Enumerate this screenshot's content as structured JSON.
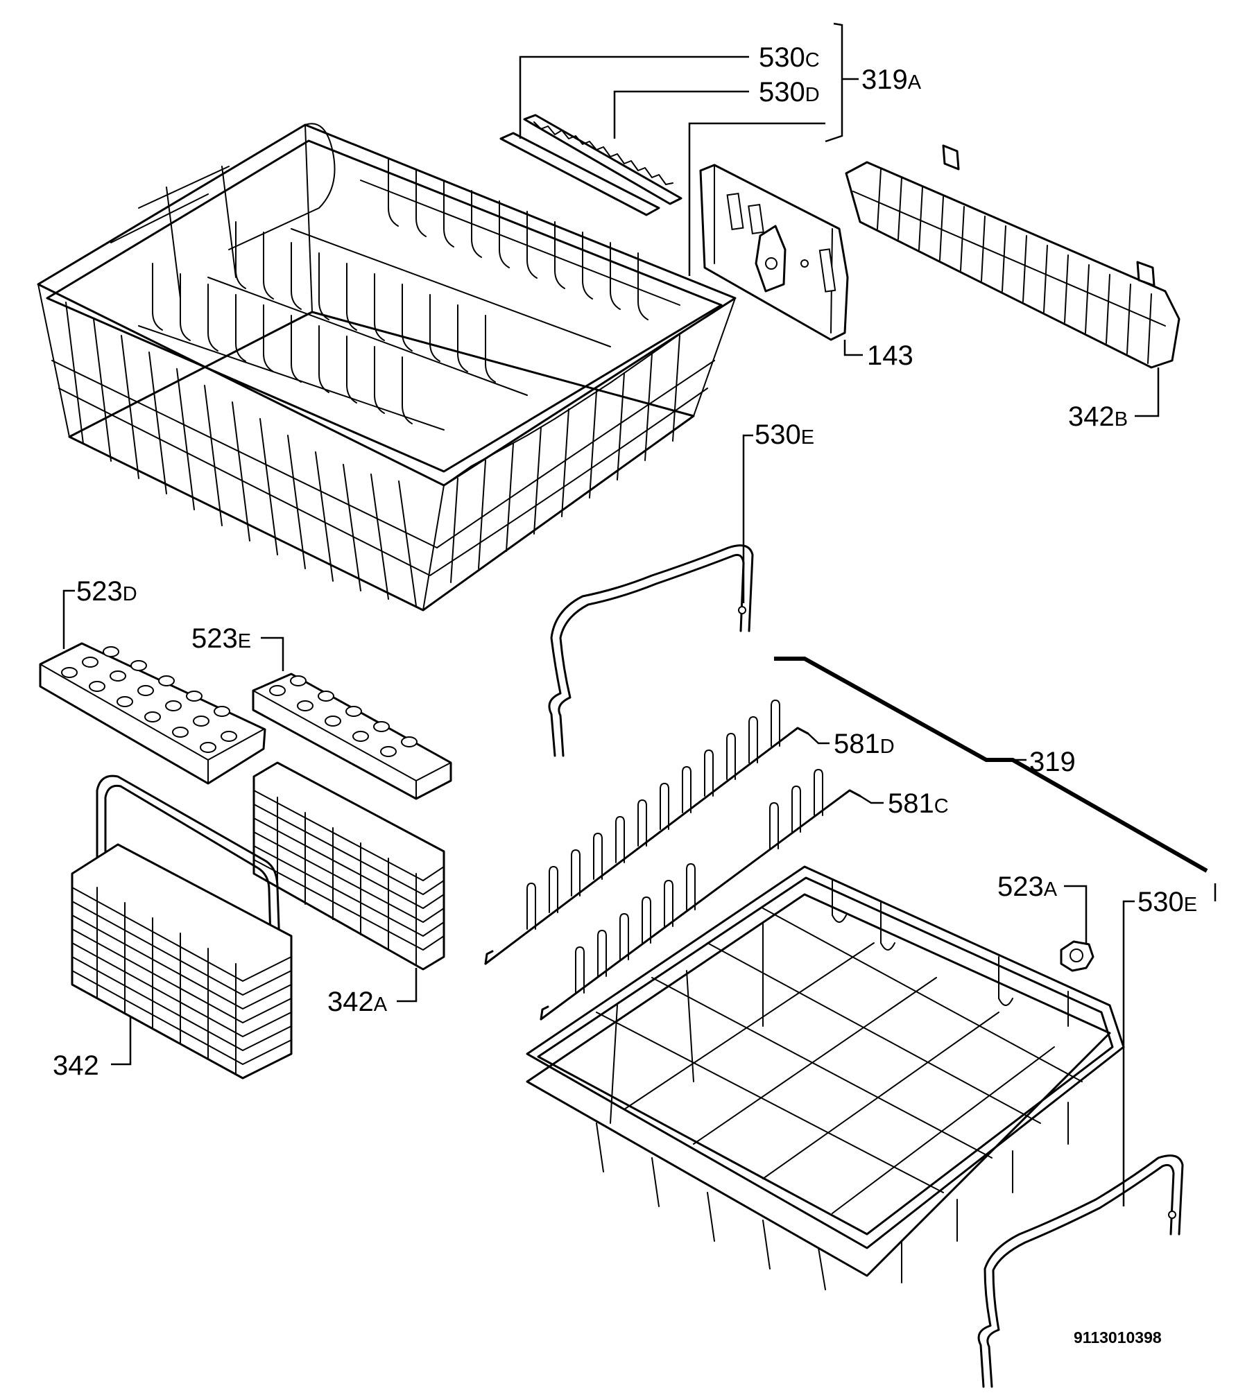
{
  "diagram": {
    "callouts": [
      {
        "id": "c530c",
        "num": "530",
        "suffix": "C"
      },
      {
        "id": "c530d",
        "num": "530",
        "suffix": "D"
      },
      {
        "id": "c319a",
        "num": "319",
        "suffix": "A"
      },
      {
        "id": "c143",
        "num": "143",
        "suffix": ""
      },
      {
        "id": "c342b",
        "num": "342",
        "suffix": "B"
      },
      {
        "id": "c530e_top",
        "num": "530",
        "suffix": "E"
      },
      {
        "id": "c523d",
        "num": "523",
        "suffix": "D"
      },
      {
        "id": "c523e",
        "num": "523",
        "suffix": "E"
      },
      {
        "id": "c581d",
        "num": "581",
        "suffix": "D"
      },
      {
        "id": "c319",
        "num": "319",
        "suffix": ""
      },
      {
        "id": "c581c",
        "num": "581",
        "suffix": "C"
      },
      {
        "id": "c523a",
        "num": "523",
        "suffix": "A"
      },
      {
        "id": "c530e_bottom",
        "num": "530",
        "suffix": "E"
      },
      {
        "id": "c342a",
        "num": "342",
        "suffix": "A"
      },
      {
        "id": "c342",
        "num": "342",
        "suffix": ""
      }
    ],
    "document_id": "9113010398"
  }
}
